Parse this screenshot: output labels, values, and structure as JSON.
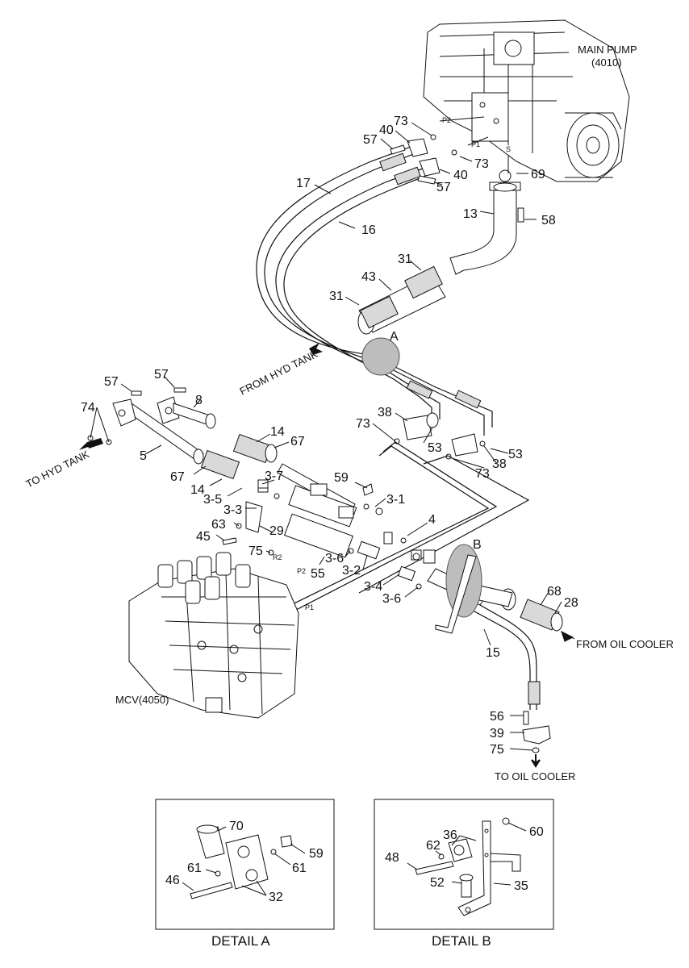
{
  "callouts": {
    "main_pump": "MAIN PUMP",
    "main_pump_code": "(4010)",
    "mcv": "MCV(4050)",
    "from_hyd_tank": "FROM HYD TANK",
    "to_hyd_tank": "TO HYD TANK",
    "from_oil_cooler": "FROM OIL COOLER",
    "to_oil_cooler": "TO OIL COOLER",
    "ref_a": "A",
    "ref_b": "B"
  },
  "ports": {
    "p1": "P1",
    "p2": "P2",
    "s": "S",
    "r2": "R2",
    "mcv_p1": "P1",
    "mcv_p2": "P2"
  },
  "parts": {
    "p73a": "73",
    "p40a": "40",
    "p57a": "57",
    "p73b": "73",
    "p69": "69",
    "p40b": "40",
    "p57b": "57",
    "p17": "17",
    "p13": "13",
    "p58": "58",
    "p16": "16",
    "p31a": "31",
    "p43": "43",
    "p31b": "31",
    "p57c": "57",
    "p57d": "57",
    "p74": "74",
    "p8": "8",
    "p38a": "38",
    "p73c": "73",
    "p14a": "14",
    "p67a": "67",
    "p53a": "53",
    "p53b": "53",
    "p5": "5",
    "p67b": "67",
    "p14b": "14",
    "p73d": "73",
    "p38b": "38",
    "p3_7": "3-7",
    "p3_5": "3-5",
    "p59": "59",
    "p3_1": "3-1",
    "p3_3": "3-3",
    "p63": "63",
    "p29": "29",
    "p4": "4",
    "p45": "45",
    "p75a": "75",
    "p3_6a": "3-6",
    "p55": "55",
    "p3_2": "3-2",
    "p3_4": "3-4",
    "p3_6b": "3-6",
    "p68": "68",
    "p28": "28",
    "p15": "15",
    "p56": "56",
    "p39": "39",
    "p75b": "75"
  },
  "detail_a": {
    "title": "DETAIL A",
    "labels": {
      "p70": "70",
      "p59": "59",
      "p61a": "61",
      "p61b": "61",
      "p46": "46",
      "p32": "32"
    }
  },
  "detail_b": {
    "title": "DETAIL B",
    "labels": {
      "p60": "60",
      "p36": "36",
      "p62": "62",
      "p48": "48",
      "p52": "52",
      "p35": "35"
    }
  }
}
